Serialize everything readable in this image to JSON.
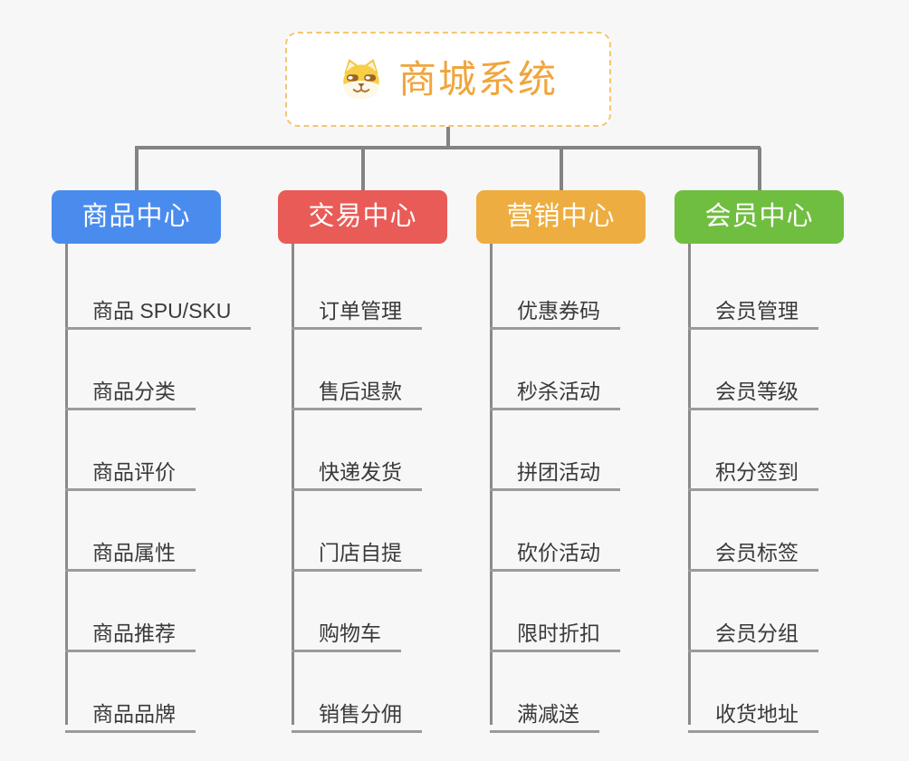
{
  "page": {
    "background_color": "#f7f7f7",
    "connector_color": "#838383"
  },
  "root": {
    "title": "商城系统",
    "icon": "dog-face-icon",
    "text_color": "#f0a53c",
    "border_color": "#f6c571"
  },
  "branches": [
    {
      "label": "商品中心",
      "color": "#4a8cee",
      "items": [
        "商品 SPU/SKU",
        "商品分类",
        "商品评价",
        "商品属性",
        "商品推荐",
        "商品品牌"
      ]
    },
    {
      "label": "交易中心",
      "color": "#e95b57",
      "items": [
        "订单管理",
        "售后退款",
        "快递发货",
        "门店自提",
        "购物车",
        "销售分佣"
      ]
    },
    {
      "label": "营销中心",
      "color": "#eead40",
      "items": [
        "优惠券码",
        "秒杀活动",
        "拼团活动",
        "砍价活动",
        "限时折扣",
        "满减送"
      ]
    },
    {
      "label": "会员中心",
      "color": "#70be40",
      "items": [
        "会员管理",
        "会员等级",
        "积分签到",
        "会员标签",
        "会员分组",
        "收货地址"
      ]
    }
  ]
}
